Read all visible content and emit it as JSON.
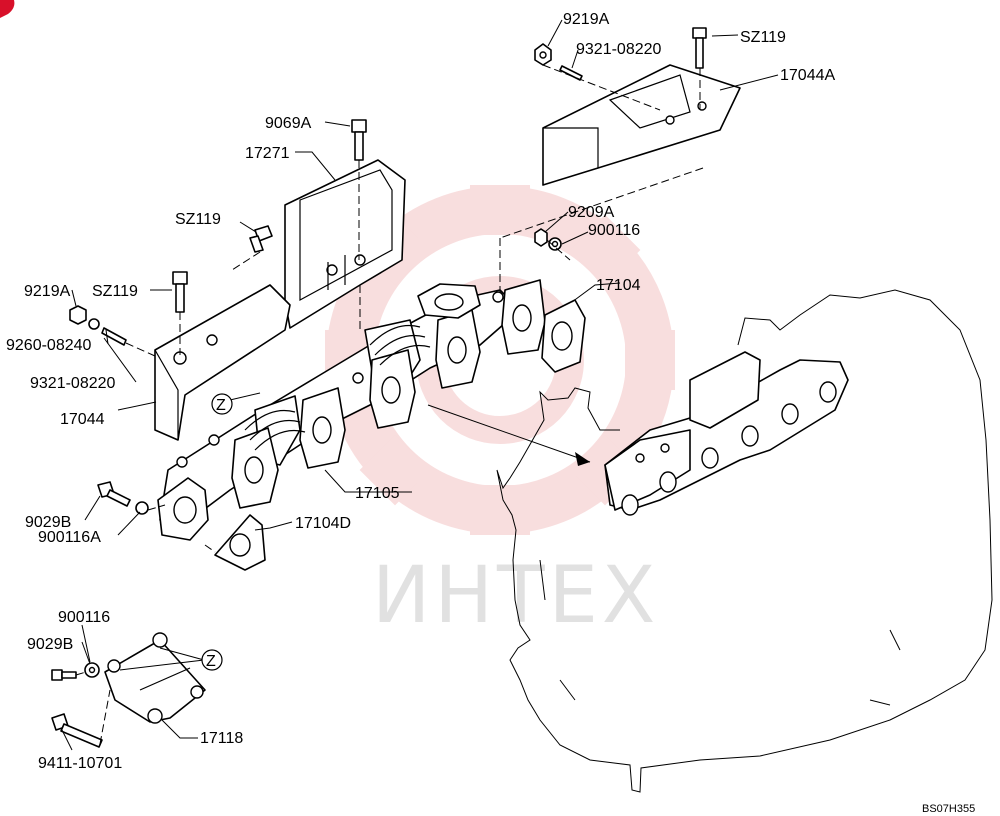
{
  "watermark": {
    "text": "ИНТЕХ",
    "color": "#f3c4c4"
  },
  "corner_mark_color": "#d8102a",
  "labels": {
    "p9219A_top": "9219A",
    "p9321_08220_top": "9321-08220",
    "pSZ119_top": "SZ119",
    "p17044A": "17044A",
    "p9069A": "9069A",
    "p17271": "17271",
    "pSZ119_mid": "SZ119",
    "p9209A": "9209A",
    "p900116_mid": "900116",
    "p17104": "17104",
    "p9219A_left": "9219A",
    "pSZ119_left": "SZ119",
    "p9260_08240": "9260-08240",
    "p9321_08220_left": "9321-08220",
    "p17044": "17044",
    "p17105": "17105",
    "p9029B_upper": "9029B",
    "p900116A": "900116A",
    "p17104D": "17104D",
    "p900116_lower": "900116",
    "p9029B_lower": "9029B",
    "p17118": "17118",
    "p9411_10701": "9411-10701"
  },
  "ref_letters": {
    "z_upper": "Z",
    "z_lower": "Z"
  },
  "drawing_code": "BS07H355"
}
